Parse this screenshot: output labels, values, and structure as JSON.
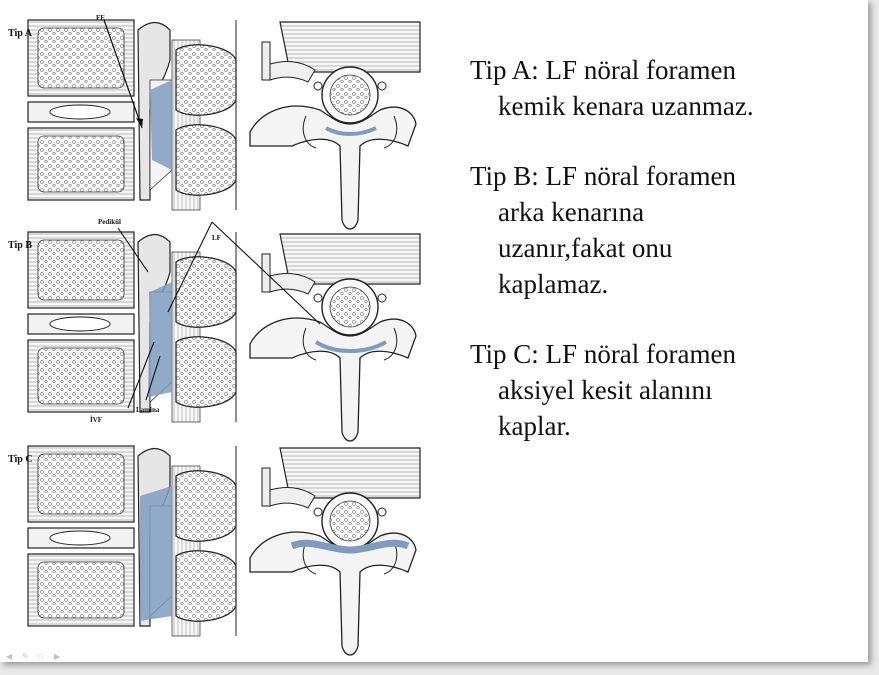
{
  "figure": {
    "panels": [
      {
        "label": "Tip A",
        "annotations": [
          "FE"
        ]
      },
      {
        "label": "Tip B",
        "annotations": [
          "Pedikül",
          "LF",
          "İVF",
          "Lamina"
        ]
      },
      {
        "label": "Tip C",
        "annotations": []
      }
    ]
  },
  "text": {
    "items": [
      {
        "lines": [
          "Tip A: LF nöral foramen",
          "kemik kenara uzanmaz."
        ]
      },
      {
        "lines": [
          "Tip B: LF nöral foramen",
          "arka kenarına",
          "uzanır,fakat onu",
          "kaplamaz."
        ]
      },
      {
        "lines": [
          "Tip C: LF nöral foramen",
          "aksiyel kesit alanını",
          "kaplar."
        ]
      }
    ]
  },
  "nav": {
    "icons": [
      "arrow-left-icon",
      "pen-icon",
      "slides-icon",
      "arrow-right-icon"
    ]
  },
  "colors": {
    "ligament": "#7f9cc0",
    "text": "#111111",
    "background": "#ffffff"
  }
}
